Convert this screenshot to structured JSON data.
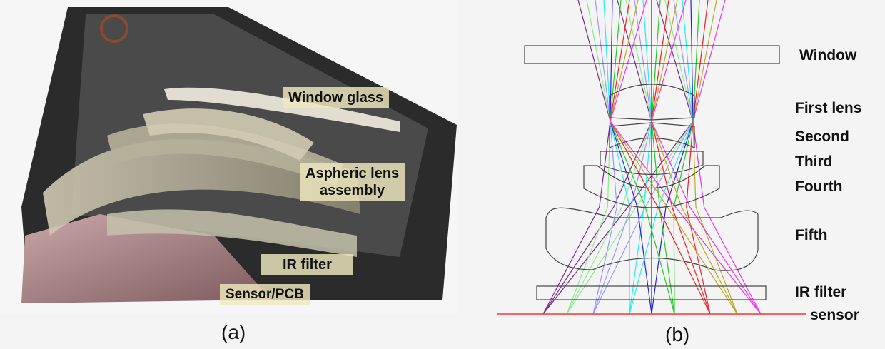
{
  "panel_a": {
    "caption": "(a)",
    "labels": {
      "window_glass": "Window glass",
      "aspheric_line1": "Aspheric lens",
      "aspheric_line2": "assembly",
      "ir_filter": "IR filter",
      "sensor_pcb": "Sensor/PCB"
    }
  },
  "panel_b": {
    "caption": "(b)",
    "labels": {
      "window": "Window",
      "first": "First lens",
      "second": "Second",
      "third": "Third",
      "fourth": "Fourth",
      "fifth": "Fifth",
      "ir_filter": "IR filter",
      "sensor": "sensor"
    },
    "ray_colors": [
      "#7a2a8a",
      "#88ee88",
      "#9999ff",
      "#22eeee",
      "#2222dd",
      "#22cc22",
      "#ee2222",
      "#bbaa22",
      "#ee33ee"
    ]
  }
}
